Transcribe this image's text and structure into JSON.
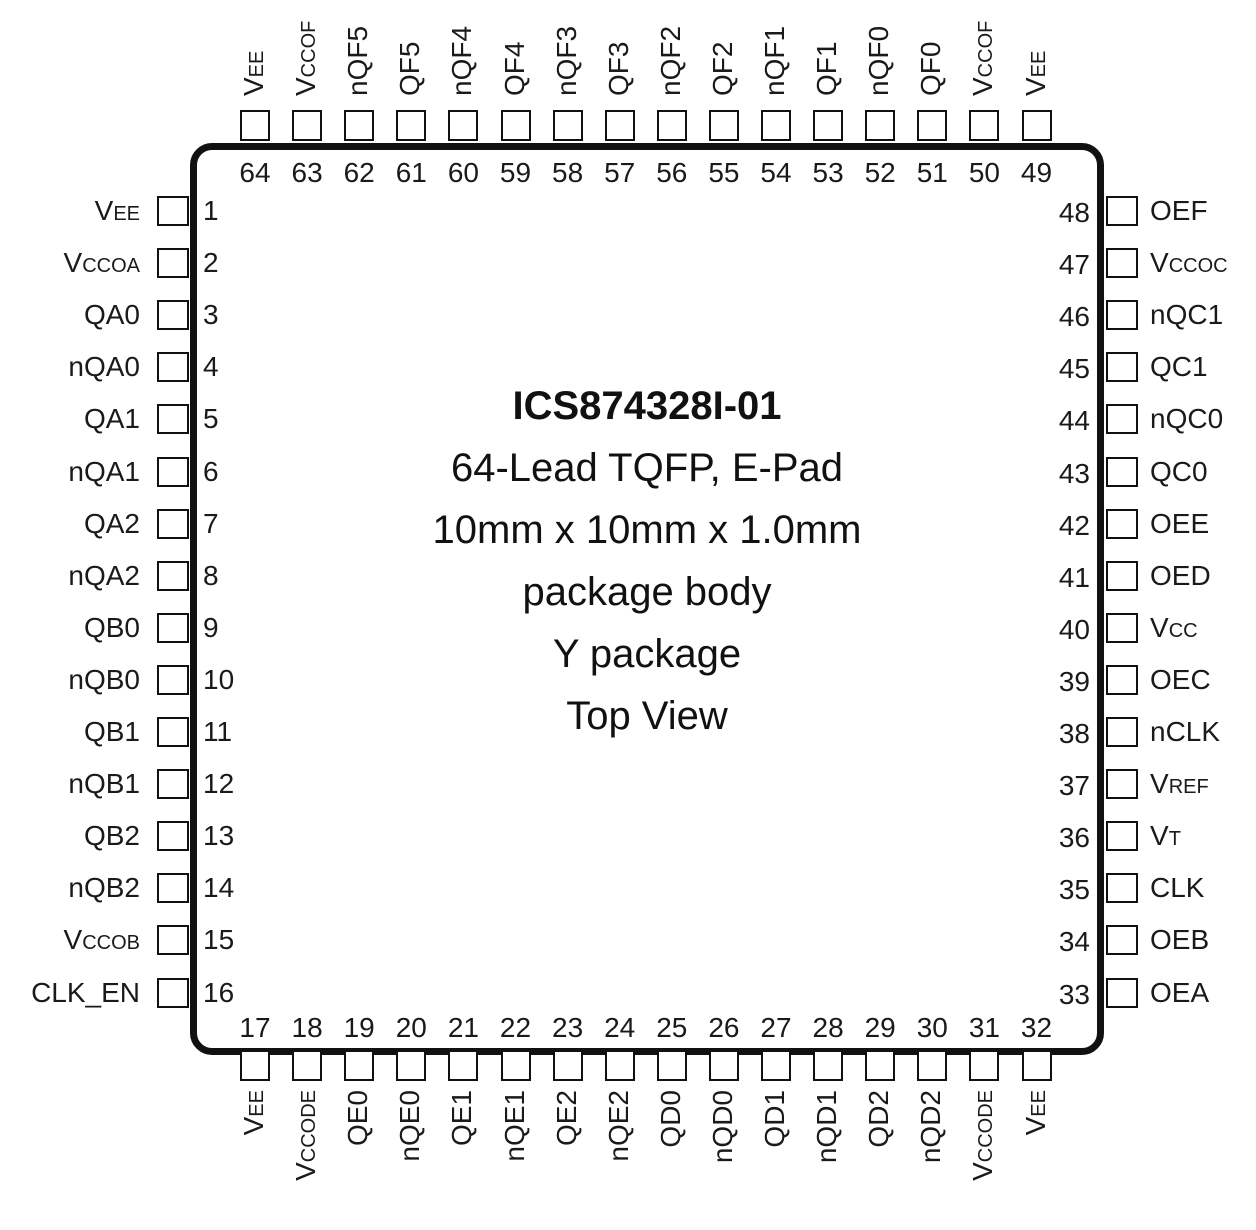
{
  "chip": {
    "part_number": "ICS874328I-01",
    "lines": [
      "64-Lead TQFP, E-Pad",
      "10mm x 10mm x 1.0mm",
      "package body",
      "Y package",
      "Top View"
    ]
  },
  "pins": {
    "left": [
      {
        "num": "1",
        "main": "V",
        "sub": "EE"
      },
      {
        "num": "2",
        "main": "V",
        "sub": "CCOA"
      },
      {
        "num": "3",
        "main": "QA0",
        "sub": ""
      },
      {
        "num": "4",
        "main": "nQA0",
        "sub": ""
      },
      {
        "num": "5",
        "main": "QA1",
        "sub": ""
      },
      {
        "num": "6",
        "main": "nQA1",
        "sub": ""
      },
      {
        "num": "7",
        "main": "QA2",
        "sub": ""
      },
      {
        "num": "8",
        "main": "nQA2",
        "sub": ""
      },
      {
        "num": "9",
        "main": "QB0",
        "sub": ""
      },
      {
        "num": "10",
        "main": "nQB0",
        "sub": ""
      },
      {
        "num": "11",
        "main": "QB1",
        "sub": ""
      },
      {
        "num": "12",
        "main": "nQB1",
        "sub": ""
      },
      {
        "num": "13",
        "main": "QB2",
        "sub": ""
      },
      {
        "num": "14",
        "main": "nQB2",
        "sub": ""
      },
      {
        "num": "15",
        "main": "V",
        "sub": "CCOB"
      },
      {
        "num": "16",
        "main": "CLK_EN",
        "sub": ""
      }
    ],
    "bottom": [
      {
        "num": "17",
        "main": "V",
        "sub": "EE"
      },
      {
        "num": "18",
        "main": "V",
        "sub": "CCODE"
      },
      {
        "num": "19",
        "main": "QE0",
        "sub": ""
      },
      {
        "num": "20",
        "main": "nQE0",
        "sub": ""
      },
      {
        "num": "21",
        "main": "QE1",
        "sub": ""
      },
      {
        "num": "22",
        "main": "nQE1",
        "sub": ""
      },
      {
        "num": "23",
        "main": "QE2",
        "sub": ""
      },
      {
        "num": "24",
        "main": "nQE2",
        "sub": ""
      },
      {
        "num": "25",
        "main": "QD0",
        "sub": ""
      },
      {
        "num": "26",
        "main": "nQD0",
        "sub": ""
      },
      {
        "num": "27",
        "main": "QD1",
        "sub": ""
      },
      {
        "num": "28",
        "main": "nQD1",
        "sub": ""
      },
      {
        "num": "29",
        "main": "QD2",
        "sub": ""
      },
      {
        "num": "30",
        "main": "nQD2",
        "sub": ""
      },
      {
        "num": "31",
        "main": "V",
        "sub": "CCODE"
      },
      {
        "num": "32",
        "main": "V",
        "sub": "EE"
      }
    ],
    "right": [
      {
        "num": "48",
        "main": "OEF",
        "sub": ""
      },
      {
        "num": "47",
        "main": "V",
        "sub": "CCOC"
      },
      {
        "num": "46",
        "main": "nQC1",
        "sub": ""
      },
      {
        "num": "45",
        "main": "QC1",
        "sub": ""
      },
      {
        "num": "44",
        "main": "nQC0",
        "sub": ""
      },
      {
        "num": "43",
        "main": "QC0",
        "sub": ""
      },
      {
        "num": "42",
        "main": "OEE",
        "sub": ""
      },
      {
        "num": "41",
        "main": "OED",
        "sub": ""
      },
      {
        "num": "40",
        "main": "V",
        "sub": "CC"
      },
      {
        "num": "39",
        "main": "OEC",
        "sub": ""
      },
      {
        "num": "38",
        "main": "nCLK",
        "sub": ""
      },
      {
        "num": "37",
        "main": "V",
        "sub": "REF"
      },
      {
        "num": "36",
        "main": "V",
        "sub": "T"
      },
      {
        "num": "35",
        "main": "CLK",
        "sub": ""
      },
      {
        "num": "34",
        "main": "OEB",
        "sub": ""
      },
      {
        "num": "33",
        "main": "OEA",
        "sub": ""
      }
    ],
    "top": [
      {
        "num": "64",
        "main": "V",
        "sub": "EE"
      },
      {
        "num": "63",
        "main": "V",
        "sub": "CCOF"
      },
      {
        "num": "62",
        "main": "nQF5",
        "sub": ""
      },
      {
        "num": "61",
        "main": "QF5",
        "sub": ""
      },
      {
        "num": "60",
        "main": "nQF4",
        "sub": ""
      },
      {
        "num": "59",
        "main": "QF4",
        "sub": ""
      },
      {
        "num": "58",
        "main": "nQF3",
        "sub": ""
      },
      {
        "num": "57",
        "main": "QF3",
        "sub": ""
      },
      {
        "num": "56",
        "main": "nQF2",
        "sub": ""
      },
      {
        "num": "55",
        "main": "QF2",
        "sub": ""
      },
      {
        "num": "54",
        "main": "nQF1",
        "sub": ""
      },
      {
        "num": "53",
        "main": "QF1",
        "sub": ""
      },
      {
        "num": "52",
        "main": "nQF0",
        "sub": ""
      },
      {
        "num": "51",
        "main": "QF0",
        "sub": ""
      },
      {
        "num": "50",
        "main": "V",
        "sub": "CCOF"
      },
      {
        "num": "49",
        "main": "V",
        "sub": "EE"
      }
    ]
  }
}
